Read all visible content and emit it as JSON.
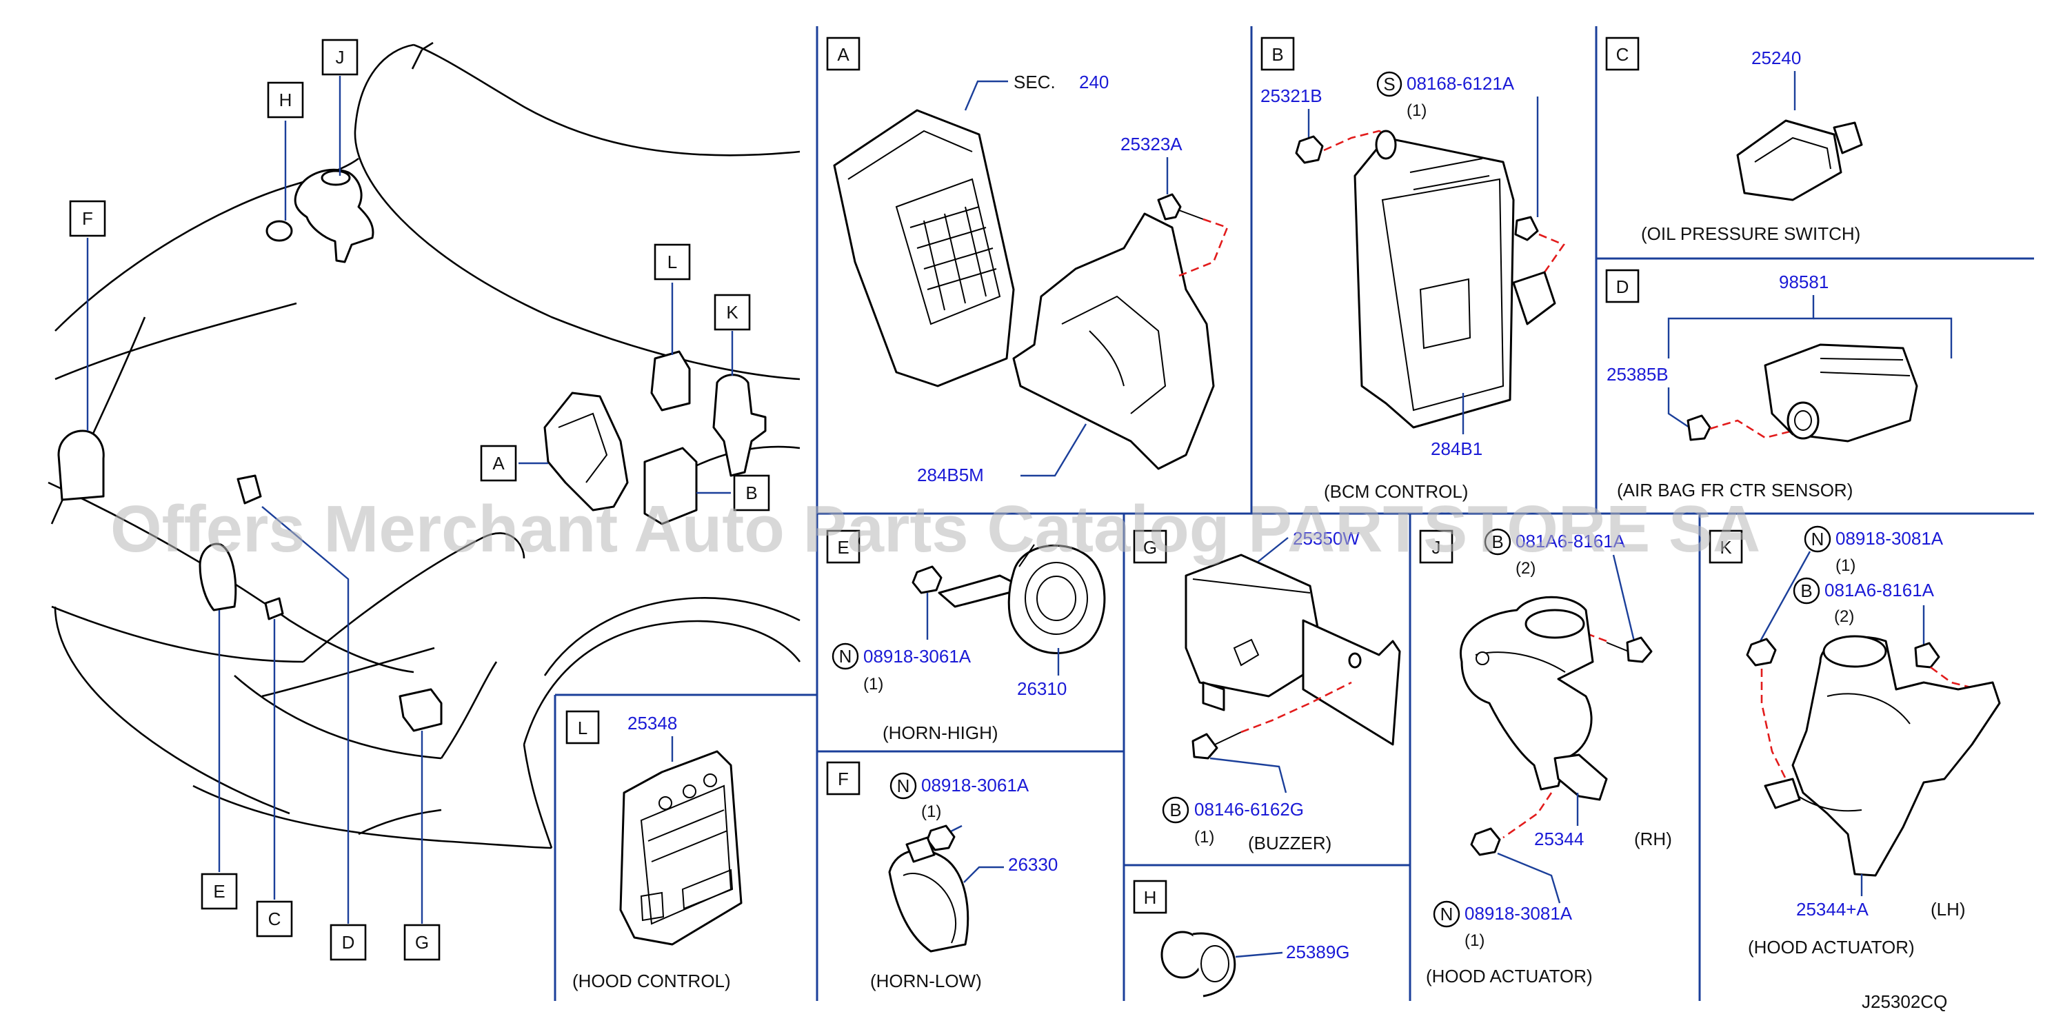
{
  "diagram_code": "J25302CQ",
  "watermark": "Offers Merchant Auto Parts Catalog PARTSTORE SA",
  "overview_labels": [
    "J",
    "H",
    "F",
    "L",
    "K",
    "A",
    "B",
    "E",
    "C",
    "D",
    "G"
  ],
  "panels": {
    "A": {
      "letter": "A",
      "sec_label": "SEC.",
      "sec_number": "240",
      "parts": [
        "25323A",
        "284B5M"
      ]
    },
    "B": {
      "letter": "B",
      "parts": [
        "25321B",
        "284B1"
      ],
      "bolt_prefix": "S",
      "bolt": "08168-6121A",
      "bolt_qty": "(1)",
      "caption": "(BCM   CONTROL)"
    },
    "C": {
      "letter": "C",
      "part": "25240",
      "caption": "(OIL   PRESSURE   SWITCH)"
    },
    "D": {
      "letter": "D",
      "parts": [
        "98581",
        "25385B"
      ],
      "caption": "(AIR   BAG   FR   CTR   SENSOR)"
    },
    "E": {
      "letter": "E",
      "nut_prefix": "N",
      "nut": "08918-3061A",
      "nut_qty": "(1)",
      "part": "26310",
      "caption": "(HORN-HIGH)"
    },
    "F": {
      "letter": "F",
      "nut_prefix": "N",
      "nut": "08918-3061A",
      "nut_qty": "(1)",
      "part": "26330",
      "caption": "(HORN-LOW)"
    },
    "G": {
      "letter": "G",
      "part": "25350W",
      "bolt_prefix": "B",
      "bolt": "08146-6162G",
      "bolt_qty": "(1)",
      "caption": "(BUZZER)"
    },
    "H": {
      "letter": "H",
      "part": "25389G"
    },
    "J": {
      "letter": "J",
      "bolt_prefix": "B",
      "bolt": "081A6-8161A",
      "bolt_qty": "(2)",
      "part": "25344",
      "side": "(RH)",
      "nut_prefix": "N",
      "nut": "08918-3081A",
      "nut_qty": "(1)",
      "caption": "(HOOD   ACTUATOR)"
    },
    "K": {
      "letter": "K",
      "nut_prefix": "N",
      "nut": "08918-3081A",
      "nut_qty": "(1)",
      "bolt_prefix": "B",
      "bolt": "081A6-8161A",
      "bolt_qty": "(2)",
      "part": "25344+A",
      "side": "(LH)",
      "caption": "(HOOD   ACTUATOR)"
    },
    "L": {
      "letter": "L",
      "part": "25348",
      "caption": "(HOOD   CONTROL)"
    }
  }
}
